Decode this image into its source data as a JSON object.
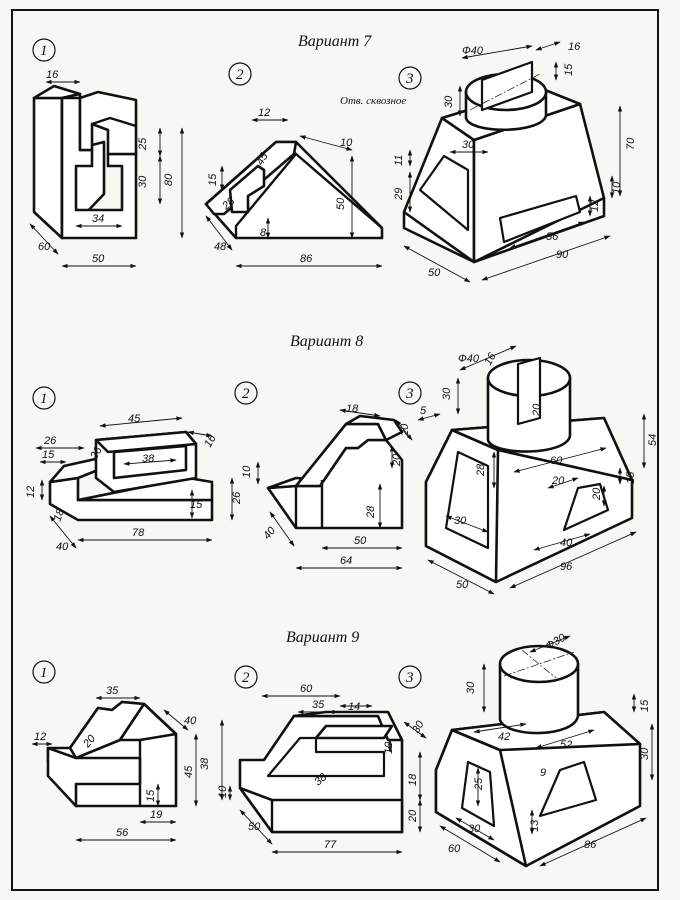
{
  "variants": [
    {
      "title": "Вариант 7",
      "figures": [
        {
          "number": "1",
          "dims": [
            "16",
            "25",
            "30",
            "80",
            "34",
            "60",
            "50"
          ]
        },
        {
          "number": "2",
          "dims": [
            "12",
            "10",
            "15",
            "45",
            "28",
            "50",
            "8",
            "48",
            "86"
          ]
        },
        {
          "number": "3",
          "note": "Отв. сквозное",
          "dims": [
            "Ф40",
            "16",
            "15",
            "30",
            "11",
            "30",
            "70",
            "29",
            "10",
            "12",
            "56",
            "90",
            "50"
          ]
        }
      ]
    },
    {
      "title": "Вариант 8",
      "figures": [
        {
          "number": "1",
          "dims": [
            "45",
            "16",
            "26",
            "26",
            "38",
            "15",
            "12",
            "15",
            "18",
            "26",
            "40",
            "78"
          ]
        },
        {
          "number": "2",
          "dims": [
            "18",
            "20",
            "10",
            "20",
            "28",
            "40",
            "50",
            "64"
          ]
        },
        {
          "number": "3",
          "dims": [
            "Ф40",
            "16",
            "5",
            "30",
            "20",
            "54",
            "60",
            "28",
            "20",
            "15",
            "20",
            "30",
            "40",
            "50",
            "96"
          ]
        }
      ]
    },
    {
      "title": "Вариант 9",
      "figures": [
        {
          "number": "1",
          "dims": [
            "35",
            "40",
            "20",
            "12",
            "45",
            "15",
            "19",
            "56"
          ]
        },
        {
          "number": "2",
          "dims": [
            "60",
            "35",
            "14",
            "10",
            "30",
            "38",
            "10",
            "38",
            "18",
            "50",
            "20",
            "77"
          ]
        },
        {
          "number": "3",
          "dims": [
            "Ф30",
            "30",
            "15",
            "42",
            "52",
            "30",
            "25",
            "9",
            "13",
            "30",
            "60",
            "86"
          ]
        }
      ]
    }
  ]
}
